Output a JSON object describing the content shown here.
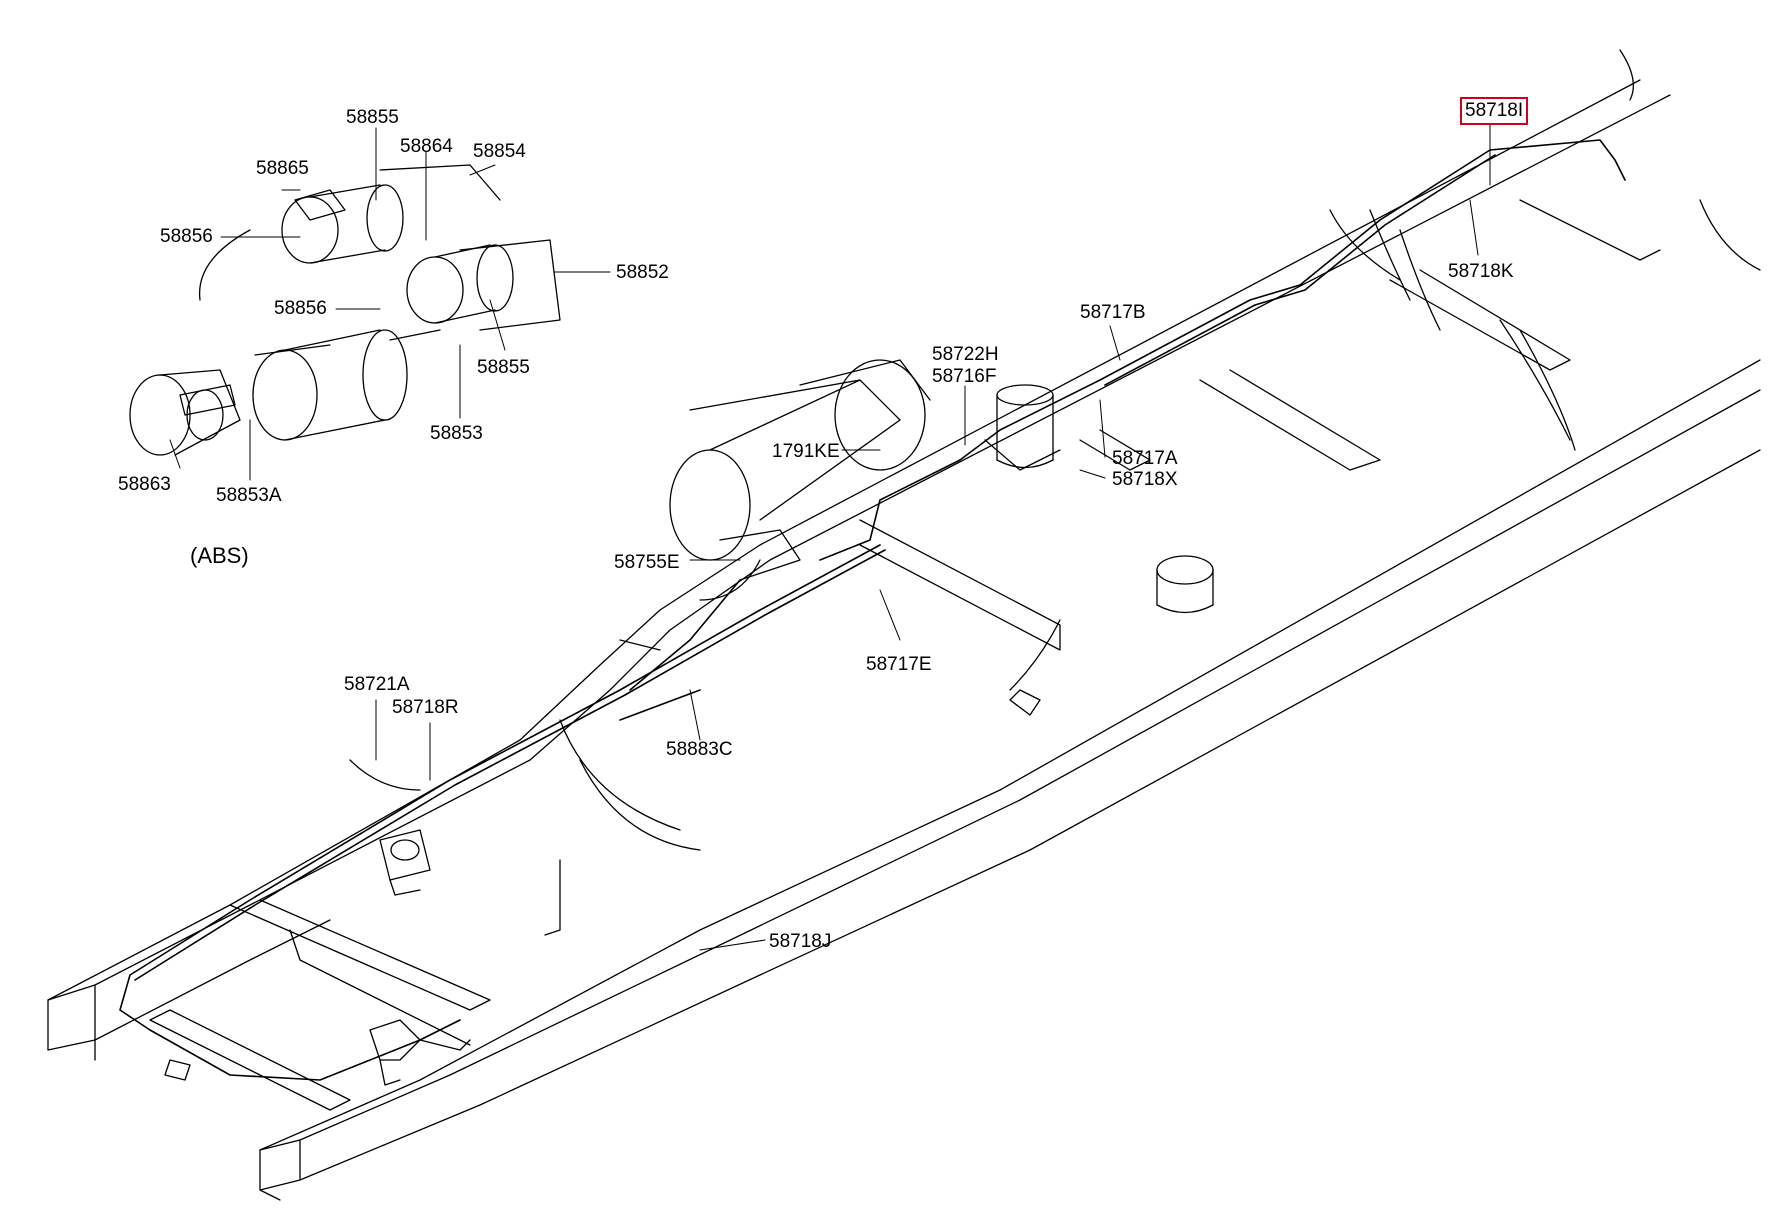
{
  "caption": "(ABS)",
  "highlight_color": "#d0021b",
  "labels": [
    {
      "id": "l58855a",
      "text": "58855"
    },
    {
      "id": "l58864",
      "text": "58864"
    },
    {
      "id": "l58854",
      "text": "58854"
    },
    {
      "id": "l58865",
      "text": "58865"
    },
    {
      "id": "l58856a",
      "text": "58856"
    },
    {
      "id": "l58852",
      "text": "58852"
    },
    {
      "id": "l58856b",
      "text": "58856"
    },
    {
      "id": "l58855b",
      "text": "58855"
    },
    {
      "id": "l58853",
      "text": "58853"
    },
    {
      "id": "l58863",
      "text": "58863"
    },
    {
      "id": "l58853A",
      "text": "58853A"
    },
    {
      "id": "l58718I",
      "text": "58718I",
      "highlighted": true
    },
    {
      "id": "l58718K",
      "text": "58718K"
    },
    {
      "id": "l58717B",
      "text": "58717B"
    },
    {
      "id": "l58722H",
      "text": "58722H"
    },
    {
      "id": "l58716F",
      "text": "58716F"
    },
    {
      "id": "l1791KE",
      "text": "1791KE"
    },
    {
      "id": "l58717A",
      "text": "58717A"
    },
    {
      "id": "l58718X",
      "text": "58718X"
    },
    {
      "id": "l58755E",
      "text": "58755E"
    },
    {
      "id": "l58717E",
      "text": "58717E"
    },
    {
      "id": "l58721A",
      "text": "58721A"
    },
    {
      "id": "l58718R",
      "text": "58718R"
    },
    {
      "id": "l58883C",
      "text": "58883C"
    },
    {
      "id": "l58718J",
      "text": "58718J"
    }
  ]
}
